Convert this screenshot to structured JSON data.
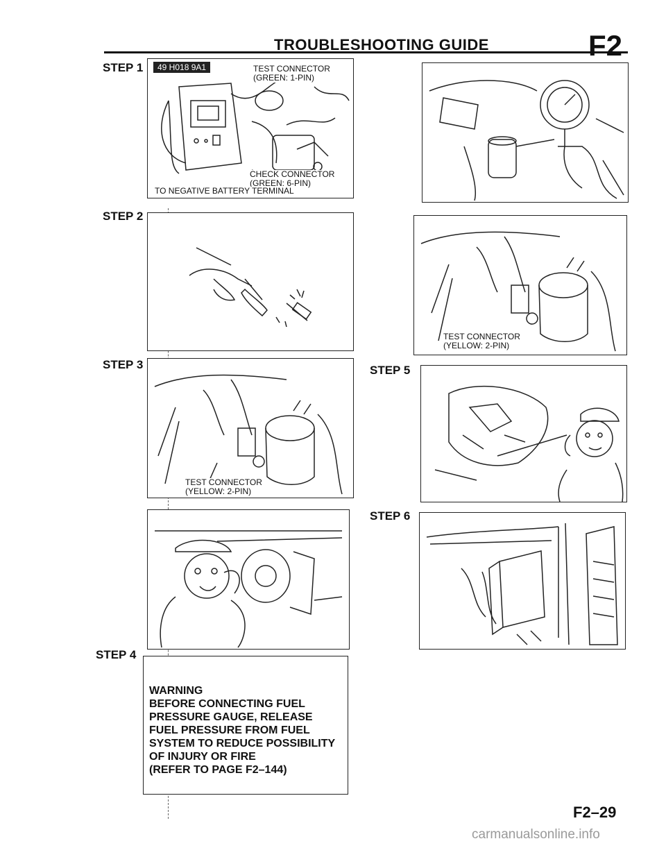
{
  "header": {
    "title": "TROUBLESHOOTING GUIDE",
    "section_code": "F2"
  },
  "steps": {
    "step1": "STEP 1",
    "step2": "STEP 2",
    "step3": "STEP 3",
    "step4": "STEP 4",
    "step5": "STEP 5",
    "step6": "STEP 6"
  },
  "step1_panel": {
    "tool_tag": "49 H018 9A1",
    "test_connector": [
      "TEST CONNECTOR",
      "(GREEN: 1-PIN)"
    ],
    "check_connector": [
      "CHECK CONNECTOR",
      "(GREEN: 6-PIN)"
    ],
    "battery_label": "TO NEGATIVE BATTERY TERMINAL"
  },
  "step3_panel": {
    "connector": [
      "TEST CONNECTOR",
      "(YELLOW: 2-PIN)"
    ]
  },
  "right_panel2": {
    "connector": [
      "TEST CONNECTOR",
      "(YELLOW: 2-PIN)"
    ]
  },
  "warning": {
    "lines": [
      "WARNING",
      "BEFORE CONNECTING FUEL",
      "PRESSURE GAUGE, RELEASE",
      "FUEL PRESSURE FROM FUEL",
      "SYSTEM TO REDUCE POSSIBILITY",
      "OF INJURY OR FIRE",
      "(REFER TO PAGE F2–144)"
    ]
  },
  "page_number": "F2–29",
  "watermark": "carmanualsonline.info"
}
